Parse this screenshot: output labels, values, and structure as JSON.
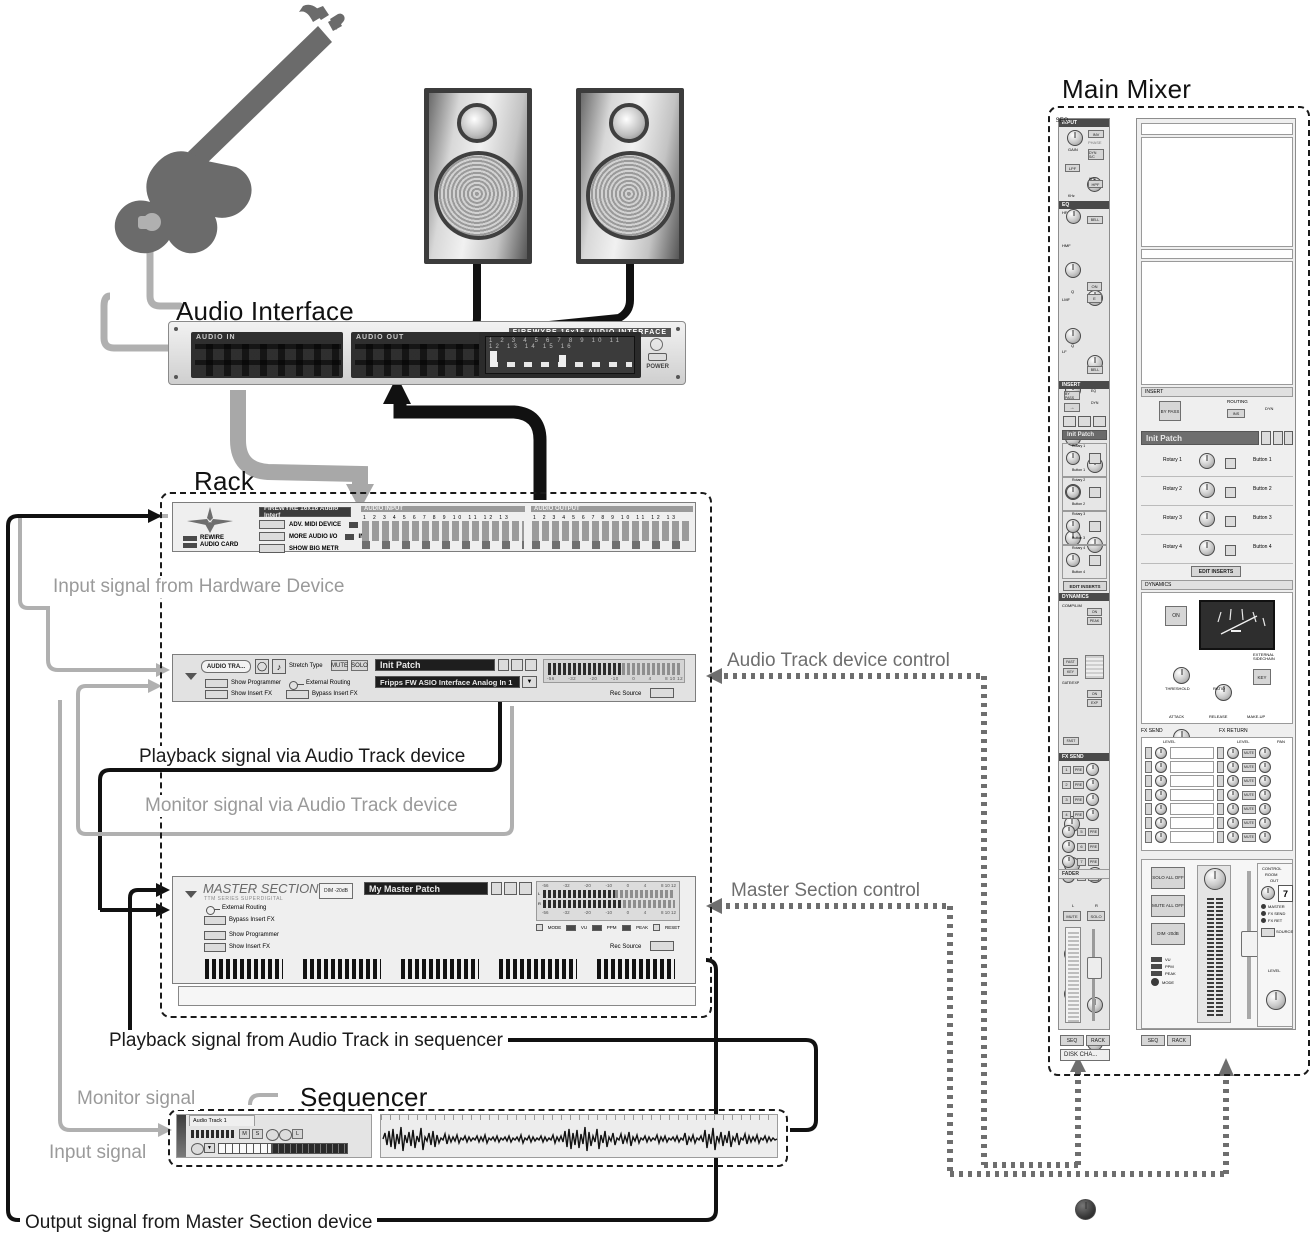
{
  "diagram": {
    "title_audio_interface": "Audio Interface",
    "title_rack": "Rack",
    "title_sequencer": "Sequencer",
    "title_main_mixer": "Main Mixer"
  },
  "flow_labels": {
    "input_from_hardware": "Input signal from Hardware Device",
    "playback_via_audio_track": "Playback signal via Audio Track device",
    "monitor_via_audio_track": "Monitor signal via Audio Track device",
    "playback_from_sequencer": "Playback signal from Audio Track in sequencer",
    "monitor_signal": "Monitor signal",
    "input_signal": "Input signal",
    "output_from_master": "Output signal from Master Section device",
    "audio_track_device_control": "Audio Track device control",
    "master_section_control": "Master Section control"
  },
  "audio_interface": {
    "brand": "FIREWYRE 16x16 AUDIO INTERFACE",
    "audio_in_label": "AUDIO IN",
    "audio_out_label": "AUDIO OUT",
    "power_label": "POWER",
    "meter_channels": [
      "1",
      "2",
      "3",
      "4",
      "5",
      "6",
      "7",
      "8",
      "9",
      "10",
      "11",
      "12",
      "13",
      "14",
      "15",
      "16"
    ]
  },
  "rack_device": {
    "name_field": "FIREWYRE 16x16 Audio  Interf",
    "brand_line1": "REWIRE",
    "brand_line2": "AUDIO CARD",
    "buttons": [
      "ADV. MIDI DEVICE",
      "MORE AUDIO I/O",
      "SHOW BIG METR"
    ],
    "in_use_1": "IN USE",
    "in_use_2": "IN USE",
    "audio_input_label": "AUDIO INPUT",
    "audio_output_label": "AUDIO OUTPUT",
    "channel_numbers": [
      "1",
      "2",
      "3",
      "4",
      "5",
      "6",
      "7",
      "8",
      "9",
      "10",
      "11",
      "12",
      "13",
      "14",
      "15",
      "16"
    ]
  },
  "audio_track_device": {
    "device_name": "AUDIO TRA...",
    "stretch_type_label": "Stretch Type",
    "mute_label": "MUTE",
    "solo_label": "SOLO",
    "patch_name": "Init Patch",
    "routing_value": "Fripps FW ASIO Interface Analog In 1",
    "show_programmer": "Show Programmer",
    "show_insert_fx": "Show Insert FX",
    "external_routing": "External Routing",
    "bypass_insert_fx": "Bypass Insert FX",
    "rec_source_label": "Rec Source",
    "meter_scale": [
      "-56",
      "-32",
      "-20",
      "-10",
      "0",
      "4",
      "8 10 12"
    ]
  },
  "master_section": {
    "title": "MASTER SECTION",
    "subtitle": "TTM SERIES SUPERDIGITAL",
    "dim_label": "DIM -20dB",
    "patch_name": "My Master Patch",
    "external_routing": "External Routing",
    "bypass_insert_fx": "Bypass Insert FX",
    "show_programmer": "Show Programmer",
    "show_insert_fx": "Show Insert FX",
    "rec_source_label": "Rec Source",
    "meter_scale": [
      "-56",
      "-32",
      "-20",
      "-10",
      "0",
      "4",
      "8 10 12"
    ],
    "meter_modes": [
      "MODE",
      "VU",
      "PPM",
      "PEAK",
      "RESET"
    ]
  },
  "sequencer": {
    "track_name": "Audio Track 1",
    "track_buttons": [
      "M",
      "S"
    ]
  },
  "mixer": {
    "sections": {
      "input": "INPUT",
      "eq": "EQ",
      "insert": "INSERT",
      "dynamics": "DYNAMICS",
      "fx_send": "FX SEND",
      "fx_return": "FX RETURN",
      "fader": "FADER"
    },
    "input": {
      "gain": "GAIN",
      "inv": "INV",
      "phase": "PHASE",
      "dyn_sc": "DYN S/C",
      "lpf": "LPF",
      "hpf": "HPF",
      "khz_1": "KHz",
      "khz_2": "KHz"
    },
    "eq": {
      "bands": [
        "HF",
        "HMF",
        "LMF",
        "LF"
      ],
      "bell": "BELL",
      "db": "dB",
      "khz": "KHz",
      "q": "Q",
      "on": "ON",
      "e_btn": "E"
    },
    "insert": {
      "bypass": "BY PASS",
      "routing": "ROUTING",
      "ins": "INS",
      "eq": "EQ",
      "dyn": "DYN",
      "patch_name": "Init Patch",
      "rows": [
        {
          "rotary": "Rotary 1",
          "button": "Button 1"
        },
        {
          "rotary": "Rotary 2",
          "button": "Button 2"
        },
        {
          "rotary": "Rotary 3",
          "button": "Button 3"
        },
        {
          "rotary": "Rotary 4",
          "button": "Button 4"
        }
      ],
      "edit_inserts": "EDIT INSERTS"
    },
    "dynamics": {
      "comp_lim": "COMP/LIM",
      "gate_exp": "GATE/EXP",
      "on": "ON",
      "key": "KEY",
      "external_sidechain": "EXTERNAL SIDECHAIN",
      "knobs": [
        "THRESHOLD",
        "RATIO",
        "ATTACK",
        "RELEASE",
        "MAKE-UP"
      ],
      "strip_labels": [
        "RATIO",
        "REL",
        "THRES",
        "FAST",
        "KEY",
        "RANGE",
        "SEL",
        "HOLD",
        "PEAK",
        "EXP",
        "GR",
        "CL",
        "FAST"
      ]
    },
    "fx": {
      "level": "LEVEL",
      "pan": "PAN",
      "mute": "MUTE",
      "pre": "PRE",
      "send_numbers": [
        "1",
        "2",
        "3",
        "4",
        "5",
        "6",
        "7",
        "8"
      ]
    },
    "fader": {
      "mute": "MUTE",
      "solo": "SOLO",
      "l": "L",
      "r": "R",
      "solo_all_off": "SOLO ALL OFF",
      "mute_all_off": "MUTE ALL OFF",
      "dim_20db": "DIM -20dB",
      "meter_modes": [
        "VU",
        "PPM",
        "PEAK",
        "MODE"
      ],
      "seq": "SEQ",
      "rack": "RACK",
      "disk_channel": "DISK CHA..."
    },
    "control_room": {
      "title_line1": "CONTROL",
      "title_line2": "ROOM",
      "title_line3": "OUT",
      "value": "7",
      "master": "MASTER",
      "fx_send": "FX SEND",
      "fx_ret": "FX RET",
      "source": "SOURCE",
      "level": "LEVEL"
    }
  },
  "colors": {
    "wire_dark": "#111111",
    "wire_grey": "#a8a8a8",
    "panel_bg": "#e8e8e8",
    "label_grey": "#9a9a9a"
  }
}
